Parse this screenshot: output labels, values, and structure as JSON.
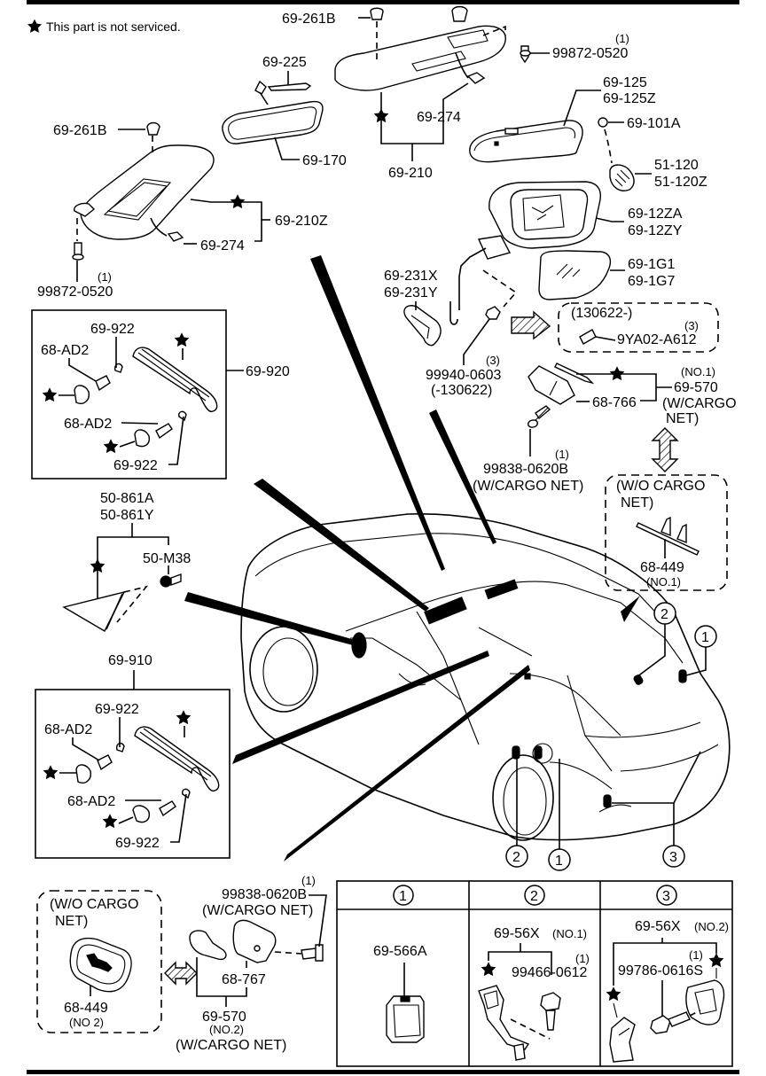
{
  "legend": {
    "star_note": "This part is not serviced."
  },
  "labels": {
    "p69_261B_top": "69-261B",
    "p99872_top_qty": "(1)",
    "p99872_top": "99872-0520",
    "p69_225": "69-225",
    "p69_274_top": "69-274",
    "p69_210": "69-210",
    "p69_170": "69-170",
    "p69_261B_left": "69-261B",
    "p69_210Z": "69-210Z",
    "p69_274_left": "69-274",
    "p99872_left_qty": "(1)",
    "p99872_left": "99872-0520",
    "p69_125": "69-125",
    "p69_125Z": "69-125Z",
    "p69_101A": "69-101A",
    "p51_120": "51-120",
    "p51_120Z": "51-120Z",
    "p69_12ZA": "69-12ZA",
    "p69_12ZY": "69-12ZY",
    "p69_1G1": "69-1G1",
    "p69_1G7": "69-1G7",
    "p69_231X": "69-231X",
    "p69_231Y": "69-231Y",
    "p99940_qty": "(3)",
    "p99940": "99940-0603",
    "p99940_range": "(-130622)",
    "p130622_range": "(130622-)",
    "p9YA02_qty": "(3)",
    "p9YA02": "9YA02-A612",
    "p69_570_no1_qualifier": "(NO.1)",
    "p69_570_no1": "69-570",
    "p69_570_no1_cond1": "(W/CARGO",
    "p69_570_no1_cond2": "NET)",
    "p68_766": "68-766",
    "p99838_top_qty": "(1)",
    "p99838_top": "99838-0620B",
    "p99838_top_cond": "(W/CARGO NET)",
    "wo_cargo_top_1": "(W/O CARGO",
    "wo_cargo_top_2": "NET)",
    "p68_449_no1": "68-449",
    "p68_449_no1_qual": "(NO.1)",
    "p69_920": "69-920",
    "p69_922_a": "69-922",
    "p68_AD2_a": "68-AD2",
    "p68_AD2_b": "68-AD2",
    "p69_922_b": "69-922",
    "p50_861A": "50-861A",
    "p50_861Y": "50-861Y",
    "p50_M38": "50-M38",
    "p69_910": "69-910",
    "p69_922_c": "69-922",
    "p68_AD2_c": "68-AD2",
    "p68_AD2_d": "68-AD2",
    "p69_922_d": "69-922",
    "wo_cargo_bot_1": "(W/O CARGO",
    "wo_cargo_bot_2": "NET)",
    "p68_449_no2": "68-449",
    "p68_449_no2_qual": "(NO 2)",
    "p99838_bot_qty": "(1)",
    "p99838_bot": "99838-0620B",
    "p99838_bot_cond": "(W/CARGO NET)",
    "p68_767": "68-767",
    "p69_570_no2": "69-570",
    "p69_570_no2_qual": "(NO.2)",
    "p69_570_no2_cond": "(W/CARGO NET)"
  },
  "callouts": {
    "c1": "1",
    "c2": "2",
    "c3": "3"
  },
  "detail_table": {
    "columns": [
      {
        "header": "1",
        "part": "69-566A"
      },
      {
        "header": "2",
        "assembly": "69-56X",
        "assembly_qual": "(NO.1)",
        "bolt_qty": "(1)",
        "bolt": "99466-0612"
      },
      {
        "header": "3",
        "assembly": "69-56X",
        "assembly_qual": "(NO.2)",
        "bolt_qty": "(1)",
        "bolt": "99786-0616S"
      }
    ]
  }
}
